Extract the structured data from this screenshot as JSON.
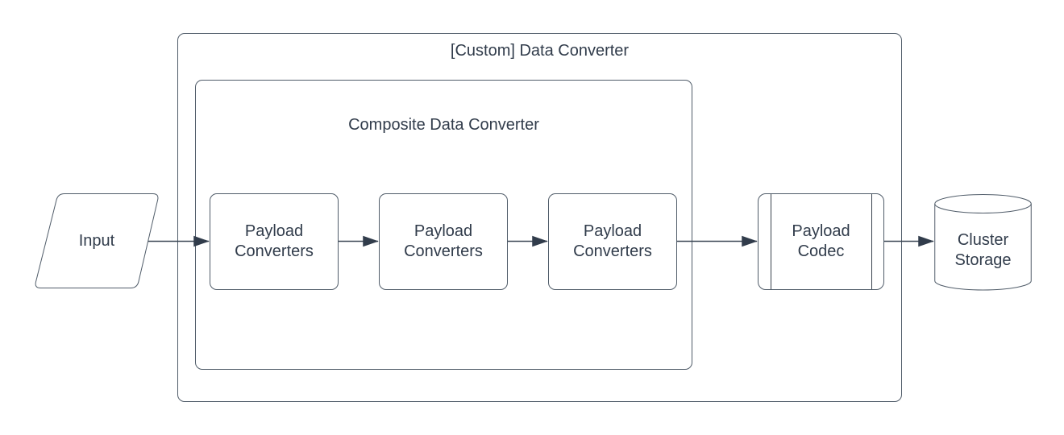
{
  "diagram": {
    "outer_container": {
      "label": "[Custom] Data Converter"
    },
    "inner_container": {
      "label": "Composite Data Converter"
    },
    "nodes": {
      "input": {
        "label": "Input",
        "shape": "parallelogram"
      },
      "payload_converters": [
        {
          "label": "Payload Converters"
        },
        {
          "label": "Payload Converters"
        },
        {
          "label": "Payload Converters"
        }
      ],
      "payload_codec": {
        "label": "Payload Codec",
        "shape": "predefined-process"
      },
      "cluster_storage": {
        "label": "Cluster Storage",
        "shape": "cylinder"
      }
    },
    "arrows": [
      {
        "from": "input",
        "to": "payload-converters-1"
      },
      {
        "from": "payload-converters-1",
        "to": "payload-converters-2"
      },
      {
        "from": "payload-converters-2",
        "to": "payload-converters-3"
      },
      {
        "from": "payload-converters-3",
        "to": "payload-codec"
      },
      {
        "from": "payload-codec",
        "to": "cluster-storage"
      }
    ],
    "colors": {
      "background": "#ffffff",
      "shape_stroke": "#505c69",
      "text": "#313c4b",
      "arrow": "#313c4b"
    }
  }
}
